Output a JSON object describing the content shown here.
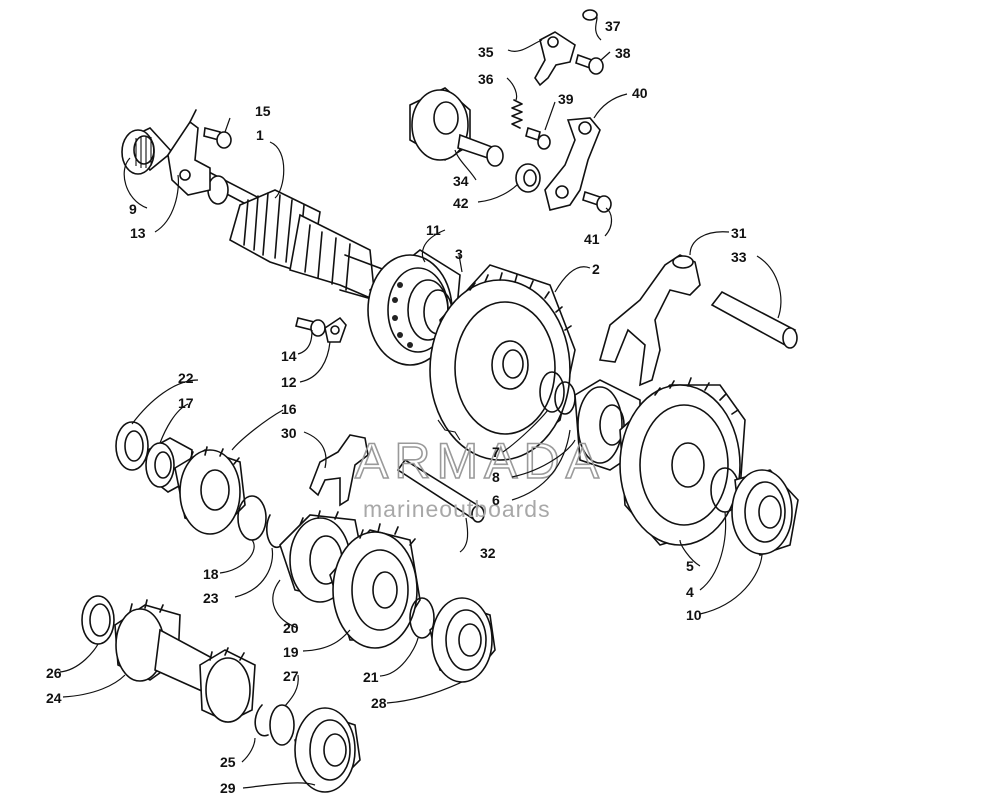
{
  "watermark": {
    "title": "ARMADA",
    "subtitle": "marineoutboards",
    "logo_color": "#e0a0c6"
  },
  "labels": {
    "l1": "1",
    "l2": "2",
    "l3": "3",
    "l4": "4",
    "l5": "5",
    "l6": "6",
    "l7": "7",
    "l8": "8",
    "l9": "9",
    "l10": "10",
    "l11": "11",
    "l12": "12",
    "l13": "13",
    "l14": "14",
    "l15": "15",
    "l16": "16",
    "l17": "17",
    "l18": "18",
    "l19": "19",
    "l20": "20",
    "l21": "21",
    "l22": "22",
    "l23": "23",
    "l24": "24",
    "l25": "25",
    "l26": "26",
    "l27": "27",
    "l28": "28",
    "l29": "29",
    "l30": "30",
    "l31": "31",
    "l32": "32",
    "l33": "33",
    "l34": "34",
    "l35": "35",
    "l36": "36",
    "l37": "37",
    "l38": "38",
    "l39": "39",
    "l40": "40",
    "l41": "41",
    "l42": "42"
  }
}
